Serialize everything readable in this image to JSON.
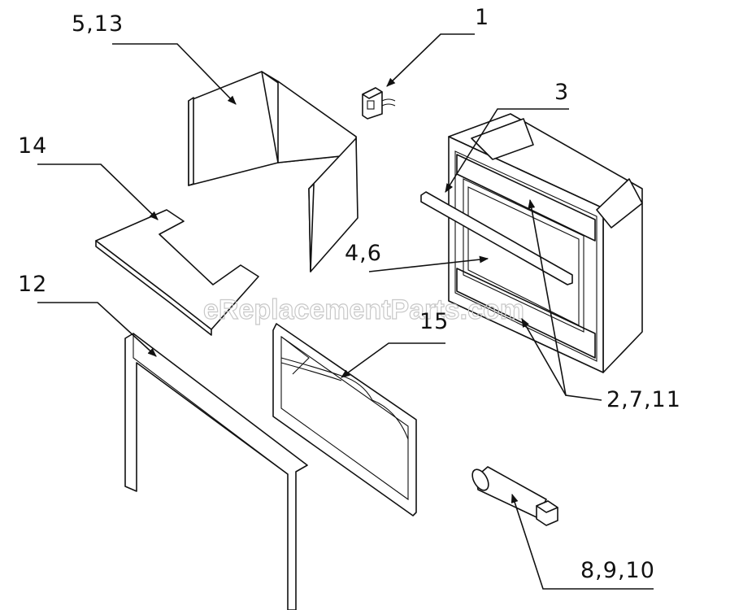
{
  "watermark": "eReplacementParts.com",
  "callouts": [
    {
      "id": "1",
      "text": "1"
    },
    {
      "id": "3",
      "text": "3"
    },
    {
      "id": "5-13",
      "text": "5,13"
    },
    {
      "id": "14",
      "text": "14"
    },
    {
      "id": "4-6",
      "text": "4,6"
    },
    {
      "id": "12",
      "text": "12"
    },
    {
      "id": "15",
      "text": "15"
    },
    {
      "id": "2-7-11",
      "text": "2,7,11"
    },
    {
      "id": "8-9-10",
      "text": "8,9,10"
    }
  ],
  "colors": {
    "ink": "#111111",
    "paper": "#ffffff",
    "watermark": "#c8c8c8"
  }
}
